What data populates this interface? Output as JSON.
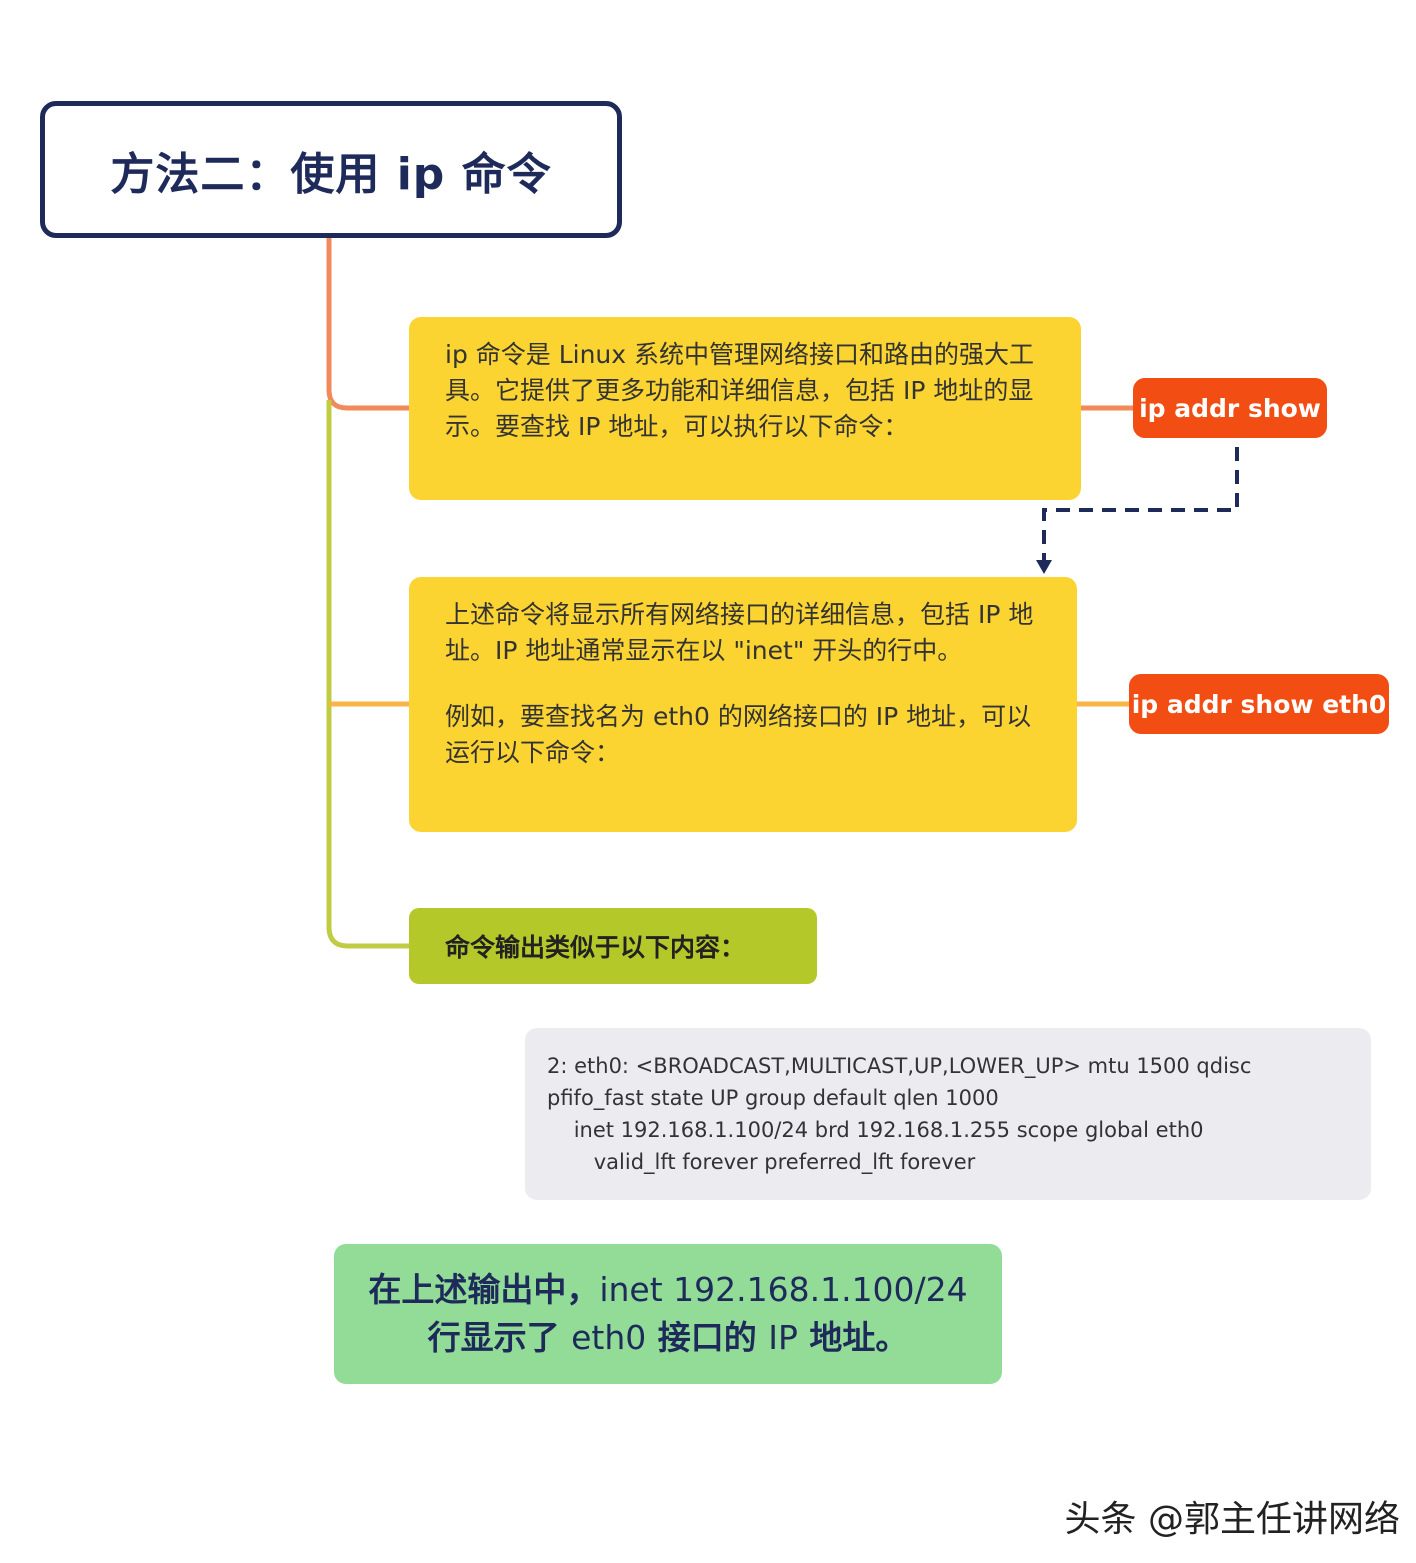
{
  "title": "方法二：使用 ip 命令",
  "note1": {
    "text": "ip 命令是 Linux 系统中管理网络接口和路由的强大工具。它提供了更多功能和详细信息，包括 IP 地址的显示。要查找 IP 地址，可以执行以下命令："
  },
  "cmd1": "ip addr show",
  "note2": {
    "para1": "上述命令将显示所有网络接口的详细信息，包括 IP 地址。IP 地址通常显示在以 \"inet\" 开头的行中。",
    "para2": "例如，要查找名为 eth0 的网络接口的 IP 地址，可以运行以下命令："
  },
  "cmd2": "ip addr show eth0",
  "output_label": "命令输出类似于以下内容：",
  "code_lines": [
    "2: eth0: <BROADCAST,MULTICAST,UP,LOWER_UP> mtu 1500 qdisc",
    "pfifo_fast state UP group default qlen 1000",
    "    inet 192.168.1.100/24 brd 192.168.1.255 scope global eth0",
    "       valid_lft forever preferred_lft forever"
  ],
  "result": {
    "line1_bold": "在上述输出中，",
    "line1_normal": "inet 192.168.1.100/24",
    "line2_bold1": "行显示了 ",
    "line2_normal1": "eth0",
    "line2_bold2": " 接口的 ",
    "line2_normal2": "IP",
    "line2_bold3": " 地址。"
  },
  "watermark": "头条 @郭主任讲网络",
  "colors": {
    "navy": "#1e2a5a",
    "yellow": "#fcd431",
    "red": "#f24d12",
    "olive": "#b4c829",
    "green": "#92dc97",
    "connector_orange": "#f08a5a",
    "connector_yellow": "#f7b545",
    "connector_olive": "#c0cc44"
  }
}
